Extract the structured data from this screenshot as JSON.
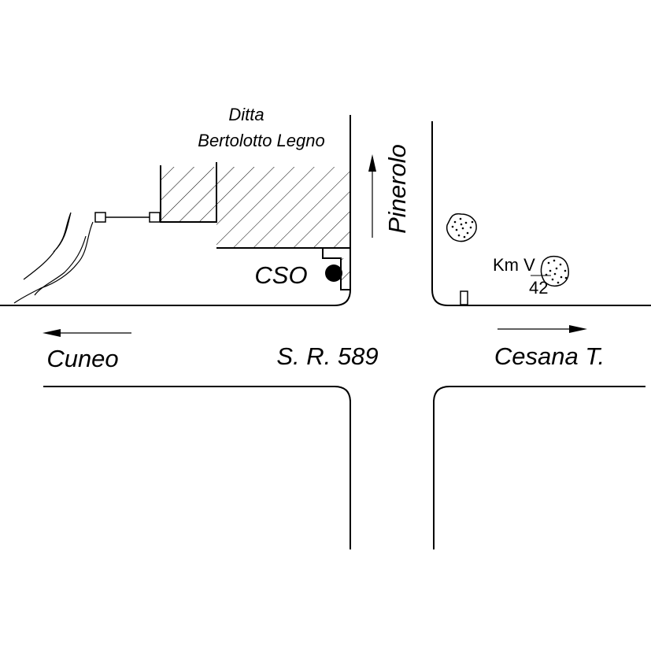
{
  "labels": {
    "company_line1": "Ditta",
    "company_line2": "Bertolotto Legno",
    "cso": "CSO",
    "pinerolo": "Pinerolo",
    "cuneo": "Cuneo",
    "road_name": "S. R. 589",
    "cesana": "Cesana T.",
    "km": "Km V",
    "km_value": "42"
  },
  "colors": {
    "ink": "#000000",
    "background": "#ffffff"
  },
  "icons": {
    "cso_marker": "filled-circle",
    "trees": "stippled-shrub",
    "milestone": "small-rectangle"
  }
}
